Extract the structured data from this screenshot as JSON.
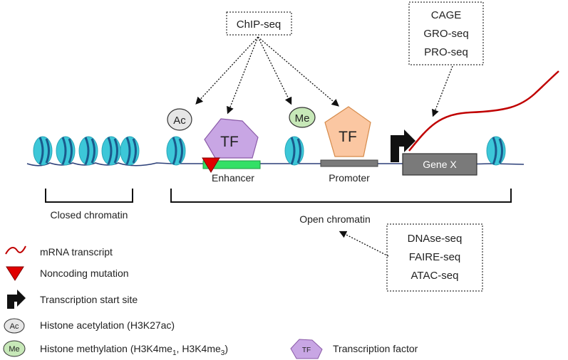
{
  "methods": {
    "chipseq": [
      "ChIP-seq"
    ],
    "transcription": [
      "CAGE",
      "GRO-seq",
      "PRO-seq"
    ],
    "accessibility": [
      "DNAse-seq",
      "FAIRE-seq",
      "ATAC-seq"
    ]
  },
  "elements": {
    "acetyl_mark": "Ac",
    "methyl_mark": "Me",
    "tf_label": "TF",
    "enhancer": "Enhancer",
    "promoter": "Promoter",
    "gene": "Gene X"
  },
  "regions": {
    "closed": "Closed chromatin",
    "open": "Open chromatin"
  },
  "legend": {
    "mrna": "mRNA transcript",
    "mutation": "Noncoding mutation",
    "tss": "Transcription start site",
    "acetylation_icon": "Ac",
    "acetylation": "Histone acetylation (H3K27ac)",
    "methylation_icon": "Me",
    "methylation_prefix": "Histone methylation (H3K4me",
    "methylation_sub1": "1",
    "methylation_mid": ", H3K4me",
    "methylation_sub2": "3",
    "methylation_suffix": ")",
    "tf_icon": "TF",
    "tf": "Transcription factor"
  },
  "colors": {
    "nucleosome": "#3cc7d8",
    "nucleosome_stripe": "#1a5a8c",
    "dna": "#2b3f78",
    "tf_purple": "#c8a6e4",
    "tf_orange": "#fbc7a2",
    "enhancer_green": "#33e066",
    "gene_gray": "#7a7a7a",
    "mrna_red": "#c00000",
    "mutation_red": "#e00000",
    "acetyl_gray": "#e6e6e6",
    "methyl_green": "#c7e8b8"
  }
}
